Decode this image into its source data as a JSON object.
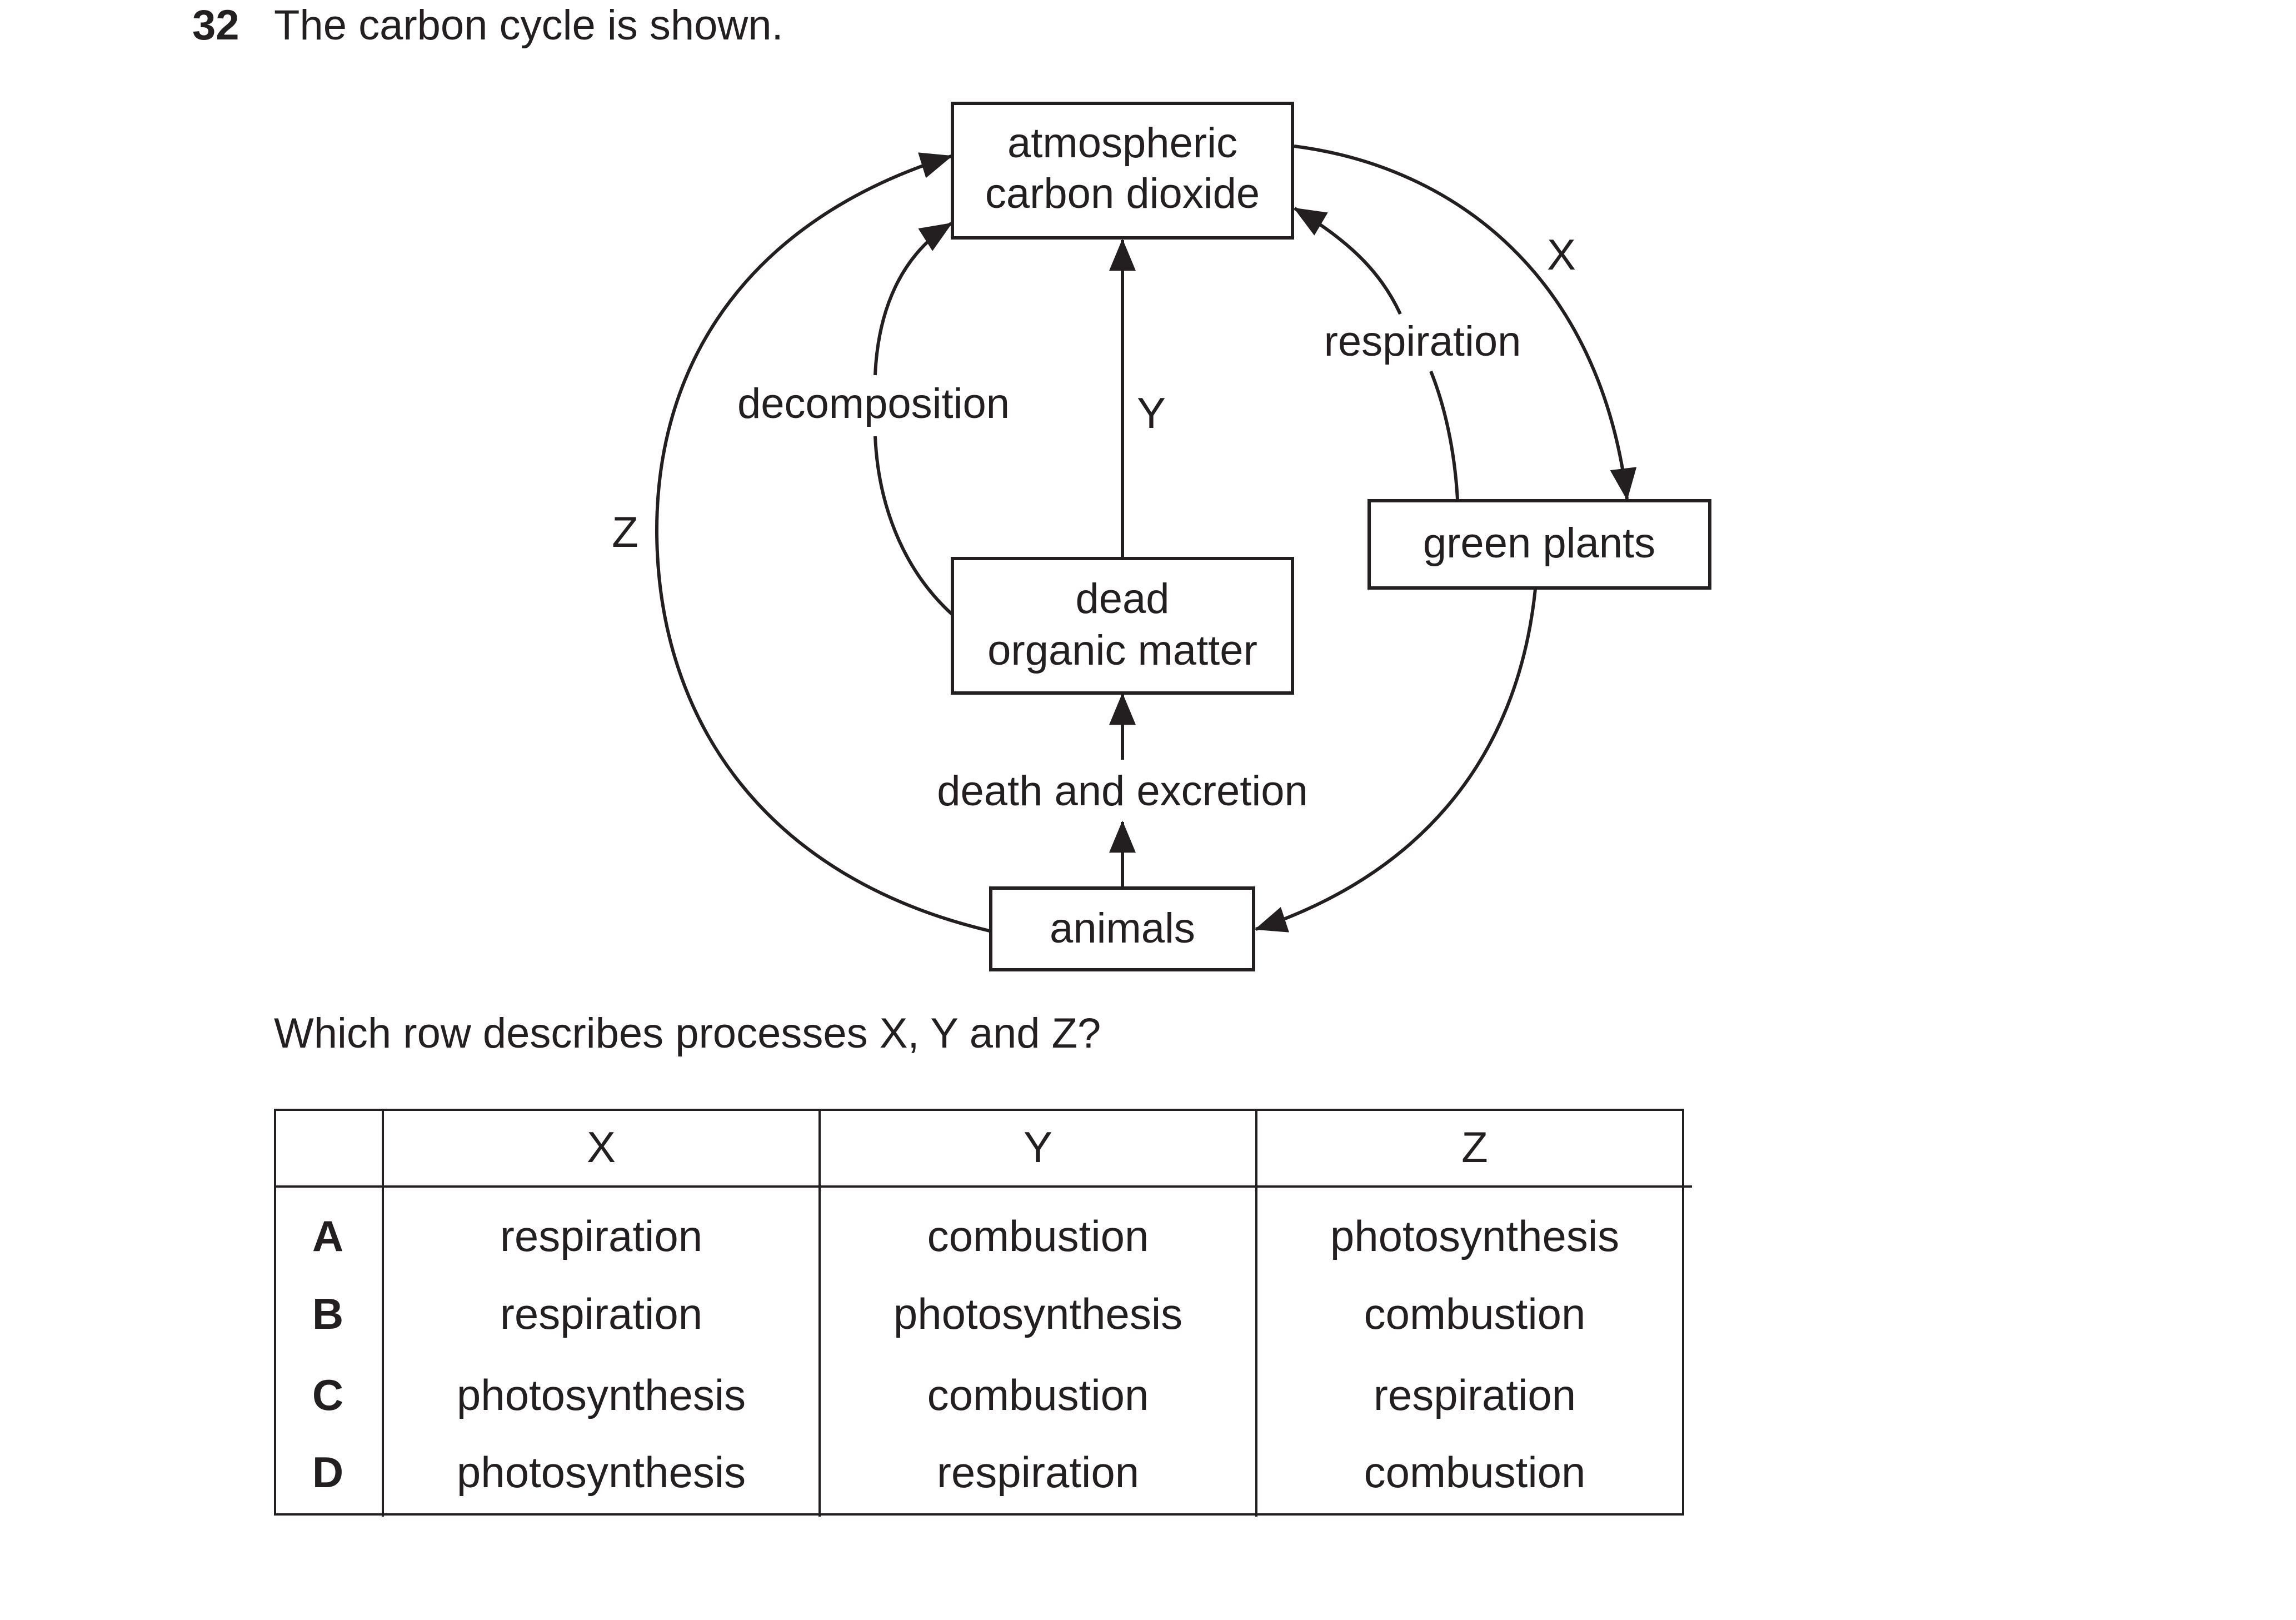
{
  "question": {
    "number": "32",
    "text": "The carbon cycle is shown.",
    "prompt": "Which row describes processes X, Y and Z?"
  },
  "diagram": {
    "nodes": {
      "atmospheric_line1": "atmospheric",
      "atmospheric_line2": "carbon dioxide",
      "green_plants": "green plants",
      "dead_line1": "dead",
      "dead_line2": "organic matter",
      "animals": "animals"
    },
    "labels": {
      "x": "X",
      "y": "Y",
      "z": "Z",
      "decomposition": "decomposition",
      "respiration": "respiration",
      "death_excretion": "death and excretion"
    }
  },
  "table": {
    "headers": [
      "",
      "X",
      "Y",
      "Z"
    ],
    "rows": [
      {
        "key": "A",
        "x": "respiration",
        "y": "combustion",
        "z": "photosynthesis"
      },
      {
        "key": "B",
        "x": "respiration",
        "y": "photosynthesis",
        "z": "combustion"
      },
      {
        "key": "C",
        "x": "photosynthesis",
        "y": "combustion",
        "z": "respiration"
      },
      {
        "key": "D",
        "x": "photosynthesis",
        "y": "respiration",
        "z": "combustion"
      }
    ]
  }
}
